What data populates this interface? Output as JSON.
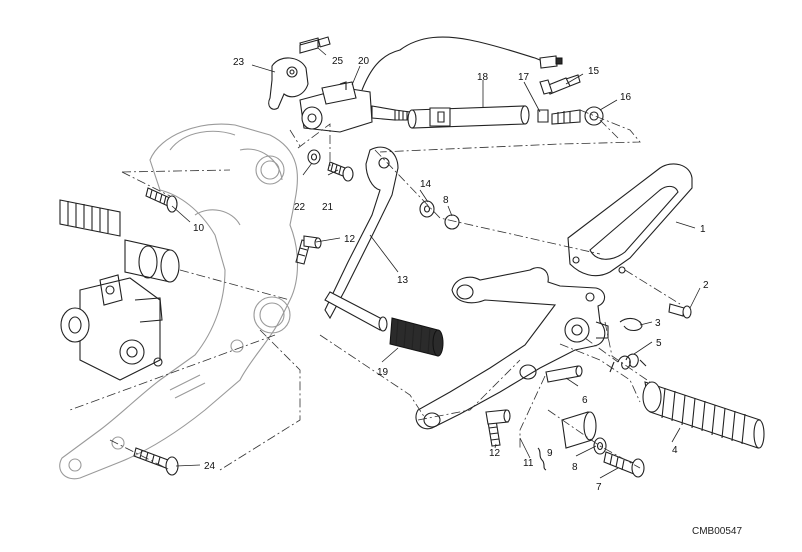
{
  "diagram": {
    "drawing_code": "CMB00547",
    "callouts": {
      "c1": "1",
      "c2": "2",
      "c3": "3",
      "c4": "4",
      "c5": "5",
      "c6": "6",
      "c7": "7",
      "c8a": "8",
      "c8b": "8",
      "c9": "9",
      "c10": "10",
      "c11": "11",
      "c12a": "12",
      "c12b": "12",
      "c13": "13",
      "c14": "14",
      "c15": "15",
      "c16": "16",
      "c17": "17",
      "c18": "18",
      "c19": "19",
      "c20": "20",
      "c21": "21",
      "c22": "22",
      "c23": "23",
      "c24": "24",
      "c25": "25"
    }
  }
}
